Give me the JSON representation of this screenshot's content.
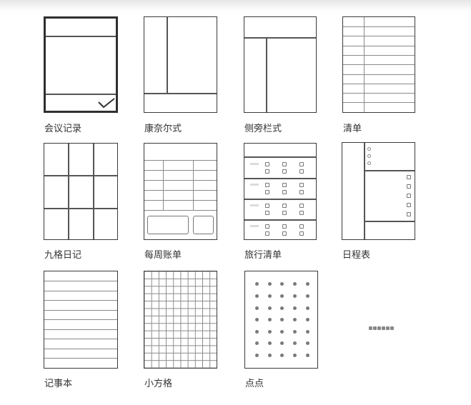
{
  "templates": [
    {
      "id": "meeting",
      "label": "会议记录",
      "selected": true
    },
    {
      "id": "cornell",
      "label": "康奈尔式"
    },
    {
      "id": "sidebar",
      "label": "侧旁栏式"
    },
    {
      "id": "list",
      "label": "清单"
    },
    {
      "id": "ninegrid",
      "label": "九格日记"
    },
    {
      "id": "weekly_bill",
      "label": "每周账单"
    },
    {
      "id": "travel",
      "label": "旅行清单"
    },
    {
      "id": "schedule",
      "label": "日程表"
    },
    {
      "id": "notepad",
      "label": "记事本"
    },
    {
      "id": "small_grid",
      "label": "小方格"
    },
    {
      "id": "dots",
      "label": "点点"
    }
  ],
  "selected_template": "会议记录",
  "selected_icon": "checkmark-icon",
  "more_indicator": {
    "icon": "more-dots-icon",
    "dot_count": 6
  },
  "colors": {
    "line": "#3a3a3a",
    "label": "#333333",
    "dot": "#7a7a7a"
  }
}
